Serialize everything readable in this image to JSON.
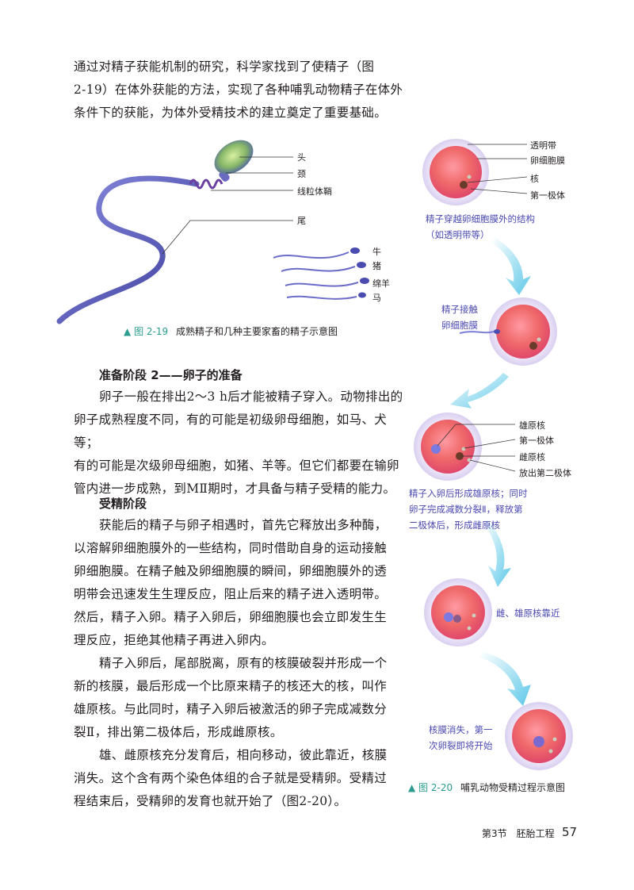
{
  "intro": {
    "lines": [
      "通过对精子获能机制的研究，科学家找到了使精子（图",
      "2-19）在体外获能的方法，实现了各种哺乳动物精子在体外",
      "条件下的获能，为体外受精技术的建立奠定了重要基础。"
    ]
  },
  "fig219": {
    "labels": {
      "head": "头",
      "neck": "颈",
      "mito": "线粒体鞘",
      "tail": "尾"
    },
    "animals": [
      "牛",
      "猪",
      "绵羊",
      "马"
    ],
    "caption_num": "图 2-19",
    "caption_text": "成熟精子和几种主要家畜的精子示意图"
  },
  "section_prep": {
    "heading": "准备阶段 2——卵子的准备",
    "lines": [
      "卵子一般在排出2～3 h后才能被精子穿入。动物排出的",
      "卵子成熟程度不同，有的可能是初级卵母细胞，如马、犬等；",
      "有的可能是次级卵母细胞，如猪、羊等。但它们都要在输卵",
      "管内进一步成熟，到MⅡ期时，才具备与精子受精的能力。"
    ]
  },
  "section_fert": {
    "heading": "受精阶段",
    "p1": [
      "获能后的精子与卵子相遇时，首先它释放出多种酶，",
      "以溶解卵细胞膜外的一些结构，同时借助自身的运动接触",
      "卵细胞膜。在精子触及卵细胞膜的瞬间，卵细胞膜外的透",
      "明带会迅速发生生理反应，阻止后来的精子进入透明带。",
      "然后，精子入卵。精子入卵后，卵细胞膜也会立即发生生",
      "理反应，拒绝其他精子再进入卵内。"
    ],
    "p2": [
      "精子入卵后，尾部脱离，原有的核膜破裂并形成一个",
      "新的核膜，最后形成一个比原来精子的核还大的核，叫作",
      "雄原核。与此同时，精子入卵后被激活的卵子完成减数分",
      "裂Ⅱ，排出第二极体后，形成雌原核。"
    ],
    "p3": [
      "雄、雌原核充分发育后，相向移动，彼此靠近，核膜",
      "消失。这个含有两个染色体组的合子就是受精卵。受精过",
      "程结束后，受精卵的发育也就开始了（图2-20）。"
    ]
  },
  "fig220": {
    "cell1_labels": [
      "透明带",
      "卵细胞膜",
      "核",
      "第一极体"
    ],
    "step1": [
      "精子穿越卵细胞膜外的结构",
      "（如透明带等）"
    ],
    "step2": [
      "精子接触",
      "卵细胞膜"
    ],
    "cell3_labels": [
      "雄原核",
      "第一极体",
      "雌原核",
      "放出第二极体"
    ],
    "step3": [
      "精子入卵后形成雄原核；同时",
      "卵子完成减数分裂Ⅱ，释放第",
      "二极体后，形成雌原核"
    ],
    "step4": [
      "雌、雄原核靠近"
    ],
    "step5": [
      "核膜消失，第一",
      "次卵裂即将开始"
    ],
    "caption_num": "图 2-20",
    "caption_text": "哺乳动物受精过程示意图"
  },
  "footer": {
    "section": "第3节　胚胎工程",
    "page": "57"
  },
  "colors": {
    "accent_teal": "#2a9d8f",
    "step_blue": "#4b49b0",
    "arrow_cyan": "#5cc8e8"
  }
}
